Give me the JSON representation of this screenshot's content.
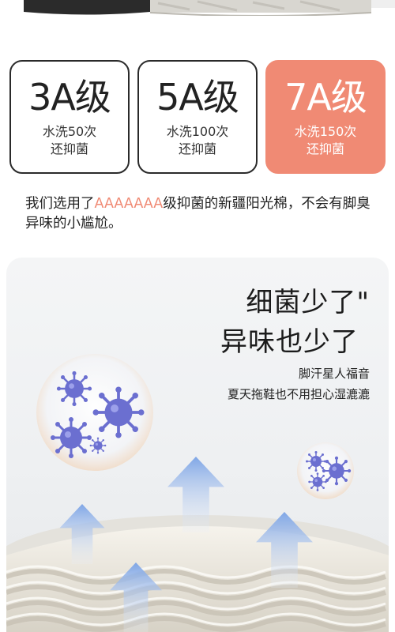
{
  "grades": [
    {
      "grade": "3A级",
      "line1": "水洗50次",
      "line2": "还抑菌"
    },
    {
      "grade": "5A级",
      "line1": "水洗100次",
      "line2": "还抑菌"
    },
    {
      "grade": "7A级",
      "line1": "水洗150次",
      "line2": "还抑菌"
    }
  ],
  "intro": {
    "prefix": "我们选用了",
    "highlight": "AAAAAAA",
    "suffix": "级抑菌的新疆阳光棉，不会有脚臭异味的小尴尬。"
  },
  "panel": {
    "headline1": "细菌少了\"",
    "headline2": "异味也少了",
    "sub1": "脚汗星人福音",
    "sub2": "夏天拖鞋也不用担心湿漉漉"
  },
  "colors": {
    "accent": "#f08a74",
    "card_border": "#2a2a2a",
    "arrow": "#8fb2e6",
    "bacteria": "#6b6fd0"
  },
  "icons": [
    "bacteria-icon",
    "arrow-up-icon"
  ]
}
